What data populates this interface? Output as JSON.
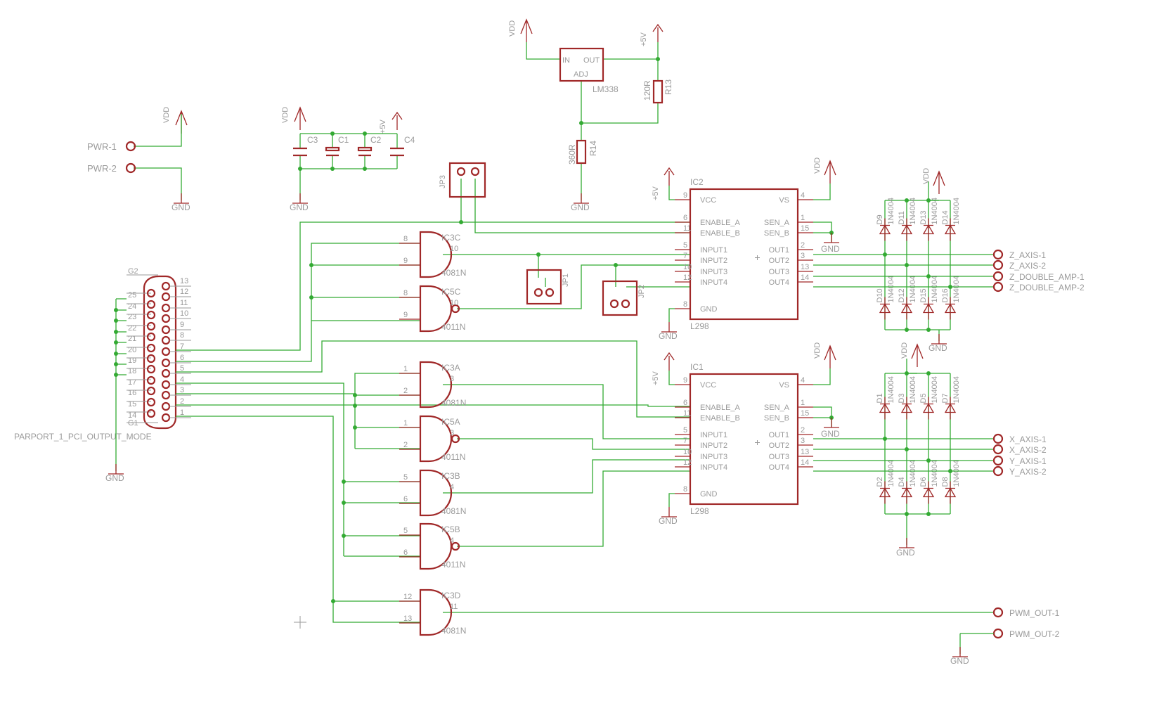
{
  "colors": {
    "background": "#ffffff",
    "wire": "#33aa33",
    "symbol": "#a02828",
    "text": "#9a9a9a"
  },
  "supplies": {
    "vdd": "VDD",
    "gnd": "GND",
    "p5v": "+5V"
  },
  "power_header": {
    "pwr1": "PWR-1",
    "pwr2": "PWR-2"
  },
  "caps": {
    "c1": "C1",
    "c2": "C2",
    "c3": "C3",
    "c4": "C4"
  },
  "regulator": {
    "name": "LM338",
    "in": "IN",
    "out": "OUT",
    "adj": "ADJ"
  },
  "resistors": {
    "r13": "R13",
    "r13_val": "120R",
    "r14": "R14",
    "r14_val": "360R"
  },
  "jumpers": {
    "jp1": "JP1",
    "jp2": "JP2",
    "jp3": "JP3"
  },
  "drivers": {
    "ic2": "IC2",
    "ic1": "IC1",
    "part": "L298",
    "pins_left": [
      [
        "9",
        "VCC"
      ],
      [
        "6",
        "ENABLE_A"
      ],
      [
        "11",
        "ENABLE_B"
      ],
      [
        "5",
        "INPUT1"
      ],
      [
        "7",
        "INPUT2"
      ],
      [
        "10",
        "INPUT3"
      ],
      [
        "12",
        "INPUT4"
      ],
      [
        "8",
        "GND"
      ]
    ],
    "pins_right": [
      [
        "4",
        "VS"
      ],
      [
        "1",
        "SEN_A"
      ],
      [
        "15",
        "SEN_B"
      ],
      [
        "2",
        "OUT1"
      ],
      [
        "3",
        "OUT2"
      ],
      [
        "13",
        "OUT3"
      ],
      [
        "14",
        "OUT4"
      ]
    ]
  },
  "gates": {
    "ic3c": "IC3C",
    "ic5c": "IC5C",
    "ic3a": "IC3A",
    "ic5a": "IC5A",
    "ic3b": "IC3B",
    "ic5b": "IC5B",
    "ic3d": "IC3D",
    "p_and": "4081N",
    "p_nand": "4011N"
  },
  "gate_pins": {
    "ic3c": [
      "8",
      "9",
      "10"
    ],
    "ic5c": [
      "8",
      "9",
      "10"
    ],
    "ic3a": [
      "1",
      "2",
      "3"
    ],
    "ic5a": [
      "1",
      "2",
      "3"
    ],
    "ic3b": [
      "5",
      "6",
      "4"
    ],
    "ic5b": [
      "5",
      "6",
      "4"
    ],
    "ic3d": [
      "12",
      "13",
      "11"
    ]
  },
  "connector": {
    "name": "PARPORT_1_PCI_OUTPUT_MODE",
    "g1": "G1",
    "g2": "G2",
    "left_pins": [
      "25",
      "24",
      "23",
      "22",
      "21",
      "20",
      "19",
      "18",
      "17",
      "16",
      "15",
      "14"
    ],
    "right_pins": [
      "13",
      "12",
      "11",
      "10",
      "9",
      "8",
      "7",
      "6",
      "5",
      "4",
      "3",
      "2",
      "1"
    ]
  },
  "diodes": {
    "part": "1N4004",
    "top": [
      "D9",
      "D11",
      "D13",
      "D14",
      "D10",
      "D12",
      "D15",
      "D16"
    ],
    "bottom": [
      "D1",
      "D3",
      "D5",
      "D7",
      "D2",
      "D4",
      "D6",
      "D8"
    ]
  },
  "outputs": {
    "z1": "Z_AXIS-1",
    "z2": "Z_AXIS-2",
    "zd1": "Z_DOUBLE_AMP-1",
    "zd2": "Z_DOUBLE_AMP-2",
    "x1": "X_AXIS-1",
    "x2": "X_AXIS-2",
    "y1": "Y_AXIS-1",
    "y2": "Y_AXIS-2",
    "pwm1": "PWM_OUT-1",
    "pwm2": "PWM_OUT-2"
  }
}
